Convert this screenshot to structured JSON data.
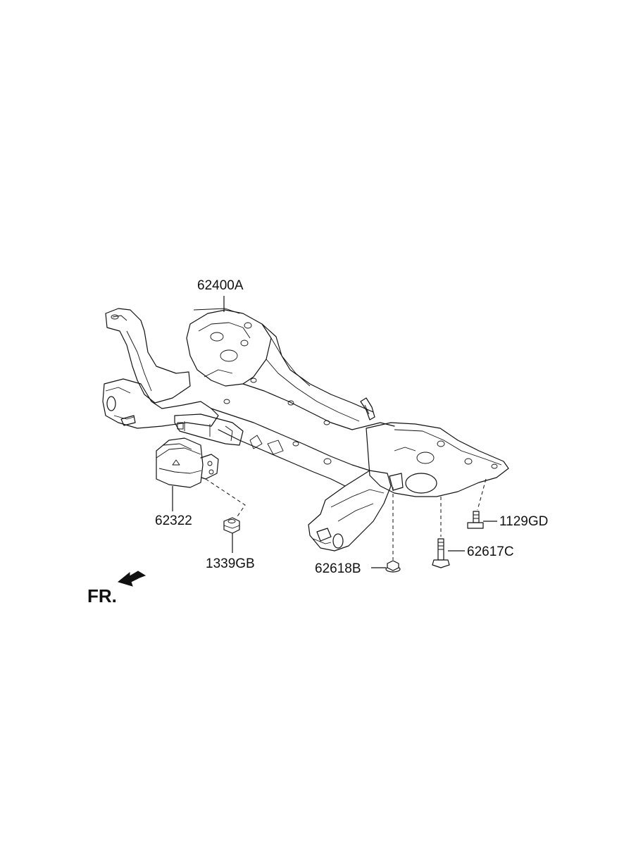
{
  "diagram": {
    "orientation_label": "FR.",
    "parts": [
      {
        "id": "subframe",
        "number": "62400A"
      },
      {
        "id": "mount-bracket",
        "number": "62322"
      },
      {
        "id": "nut-small",
        "number": "1339GB"
      },
      {
        "id": "flange-nut",
        "number": "62618B"
      },
      {
        "id": "long-bolt",
        "number": "62617C"
      },
      {
        "id": "short-bolt",
        "number": "1129GD"
      }
    ]
  },
  "colors": {
    "line": "#111111",
    "background": "#ffffff"
  }
}
